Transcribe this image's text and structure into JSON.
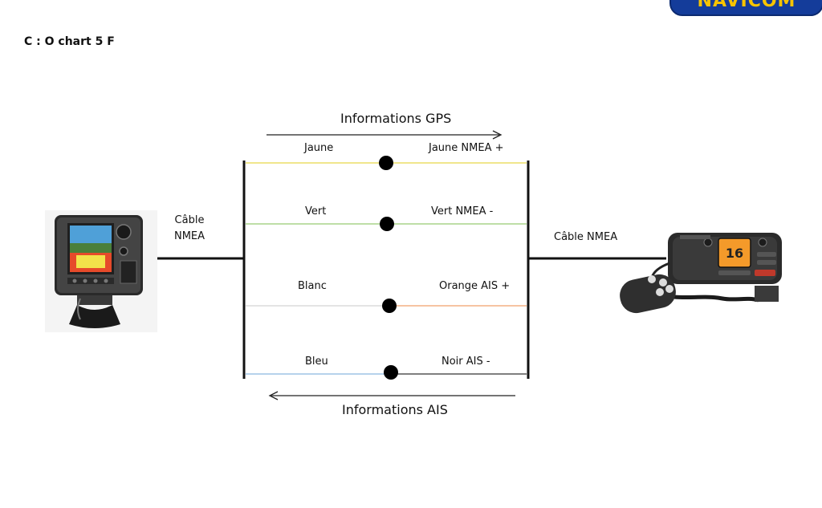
{
  "title": "C : O chart 5 F",
  "logo_text": "NAVICOM",
  "arrows": {
    "top_label": "Informations GPS",
    "bottom_label": "Informations AIS"
  },
  "left_cable": {
    "line1": "Câble",
    "line2": "NMEA"
  },
  "right_cable": "Câble NMEA",
  "wires": [
    {
      "left": "Jaune",
      "right": "Jaune NMEA +",
      "left_color": "#f0e68c",
      "right_color": "#f0e68c"
    },
    {
      "left": "Vert",
      "right": "Vert NMEA -",
      "left_color": "#a8d48a",
      "right_color": "#a8d48a"
    },
    {
      "left": "Blanc",
      "right": "Orange AIS +",
      "left_color": "#dcdcdc",
      "right_color": "#f4b183"
    },
    {
      "left": "Bleu",
      "right": "Noir AIS -",
      "left_color": "#9dc3e6",
      "right_color": "#555555"
    }
  ],
  "radio_display": "16"
}
